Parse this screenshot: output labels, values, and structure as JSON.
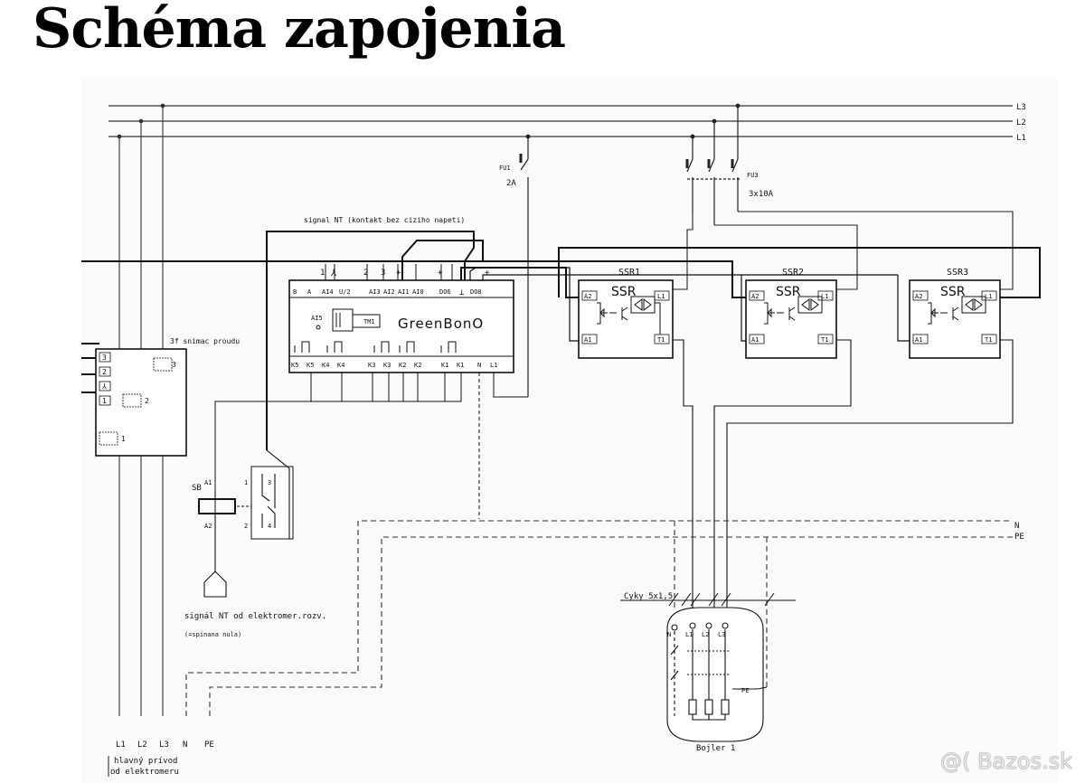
{
  "title": "Schéma zapojenia",
  "watermark": "@( Bazos.sk",
  "buses": {
    "l3": "L3",
    "l2": "L2",
    "l1": "L1"
  },
  "fuses": {
    "fu1": "FU1",
    "fu1_rating": "2A",
    "fu3": "FU3",
    "fu3_rating": "3x10A"
  },
  "signal_nt_label": "signal NT (kontakt bez ciziho napeti)",
  "controller": {
    "name": "GreenBonO",
    "top_pins": [
      "B",
      "A",
      "AI4",
      "U/2",
      "AI3",
      "AI2",
      "AI1",
      "AI0",
      "DO6",
      "⊥",
      "DO8"
    ],
    "top_marks": [
      "1",
      "⅄",
      "2",
      "3",
      "+",
      "+",
      "+"
    ],
    "ai5": "AI5",
    "tm1": "TM1",
    "bottom_pins": [
      "K5",
      "K5",
      "K4",
      "K4",
      "K3",
      "K3",
      "K2",
      "K2",
      "K1",
      "K1",
      "N",
      "L1"
    ]
  },
  "ssr": [
    {
      "name": "SSR1",
      "inner": "SSR",
      "a2": "A2",
      "a1": "A1",
      "l1": "L1",
      "t1": "T1"
    },
    {
      "name": "SSR2",
      "inner": "SSR",
      "a2": "A2",
      "a1": "A1",
      "l1": "L1",
      "t1": "T1"
    },
    {
      "name": "SSR3",
      "inner": "SSR",
      "a2": "A2",
      "a1": "A1",
      "l1": "L1",
      "t1": "T1"
    }
  ],
  "sensor": {
    "label": "3f snimac proudu",
    "terminals": [
      "3",
      "2",
      "⅄",
      "1"
    ],
    "channels": [
      "3",
      "2",
      "1"
    ]
  },
  "relay": {
    "name": "SB",
    "a1": "A1",
    "a2": "A2",
    "contacts": [
      "1",
      "3",
      "2",
      "4"
    ]
  },
  "signal_nt_meter": "signál NT od elektromer.rozv.",
  "signal_nt_meter_note": "(=spinana nula)",
  "rails": {
    "n": "N",
    "pe": "PE"
  },
  "cable": "Cyky 5x1,5",
  "boiler": {
    "name": "Bojler 1",
    "terminals": [
      "N",
      "L1",
      "L2",
      "L3"
    ],
    "pe": "PE"
  },
  "supply": {
    "terminals": [
      "L1",
      "L2",
      "L3",
      "N",
      "PE"
    ],
    "line1": "hlavný prívod",
    "line2": "od elektromeru"
  }
}
